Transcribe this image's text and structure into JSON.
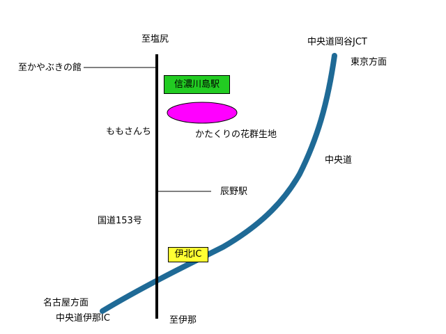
{
  "colors": {
    "expressway": "#1f6a96",
    "national_road": "#000000",
    "station_box": "#22cc22",
    "ic_box": "#ffff33",
    "flower_field": "#ff00ff"
  },
  "labels": {
    "to_shiojiri": "至塩尻",
    "to_kayabuki": "至かやぶきの館",
    "momo_sanchi": "ももさんち",
    "flower_field": "かたくりの花群生地",
    "tatsuno_station": "辰野駅",
    "route_153": "国道153号",
    "to_ina": "至伊那",
    "chuo_okaya_jct": "中央道岡谷JCT",
    "tokyo_direction": "東京方面",
    "chuo_expressway": "中央道",
    "nagoya_direction": "名古屋方面",
    "chuo_ina_ic": "中央道伊那IC"
  },
  "landmarks": {
    "shinano_kawashima_station": "信濃川島駅",
    "ihoku_ic": "伊北IC"
  }
}
